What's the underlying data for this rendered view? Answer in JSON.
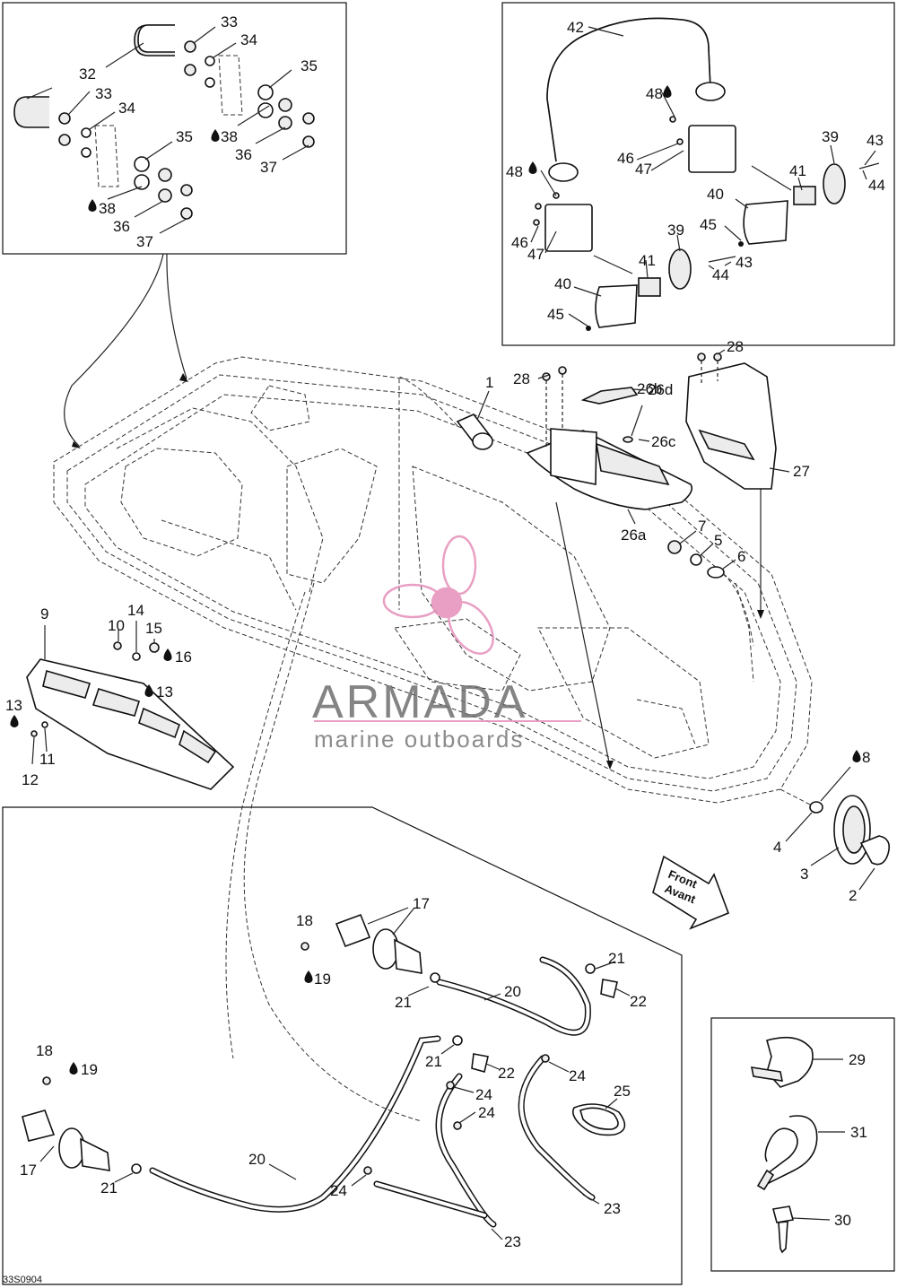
{
  "watermark": {
    "title": "ARMADA",
    "subtitle": "marine outboards",
    "accent_color": "#e58fb9",
    "text_color": "#6f6f6f"
  },
  "diagram_code": "33S0904",
  "front_arrow": {
    "line1": "Front",
    "line2": "Avant"
  },
  "callouts": {
    "c1": "1",
    "c2": "2",
    "c3": "3",
    "c4": "4",
    "c5": "5",
    "c6": "6",
    "c7": "7",
    "c8": "8",
    "c9": "9",
    "c10": "10",
    "c11": "11",
    "c12": "12",
    "c13a": "13",
    "c13b": "13",
    "c14": "14",
    "c15": "15",
    "c16": "16",
    "c17a": "17",
    "c17b": "17",
    "c18a": "18",
    "c18b": "18",
    "c19a": "19",
    "c19b": "19",
    "c20a": "20",
    "c20b": "20",
    "c21a": "21",
    "c21b": "21",
    "c21c": "21",
    "c21d": "21",
    "c22a": "22",
    "c22b": "22",
    "c23a": "23",
    "c23b": "23",
    "c24a": "24",
    "c24b": "24",
    "c24c": "24",
    "c24d": "24",
    "c25": "25",
    "c26a": "26a",
    "c26b": "26b",
    "c26c": "26c",
    "c26d": "26d",
    "c27": "27",
    "c28a": "28",
    "c28b": "28",
    "c29": "29",
    "c30": "30",
    "c31": "31",
    "c32": "32",
    "c33a": "33",
    "c33b": "33",
    "c34a": "34",
    "c34b": "34",
    "c35a": "35",
    "c35b": "35",
    "c36a": "36",
    "c36b": "36",
    "c37a": "37",
    "c37b": "37",
    "c38a": "38",
    "c38b": "38",
    "c39a": "39",
    "c39b": "39",
    "c40a": "40",
    "c40b": "40",
    "c41a": "41",
    "c41b": "41",
    "c42": "42",
    "c43a": "43",
    "c43b": "43",
    "c44a": "44",
    "c44b": "44",
    "c45a": "45",
    "c45b": "45",
    "c46a": "46",
    "c46b": "46",
    "c47a": "47",
    "c47b": "47",
    "c48a": "48",
    "c48b": "48"
  }
}
